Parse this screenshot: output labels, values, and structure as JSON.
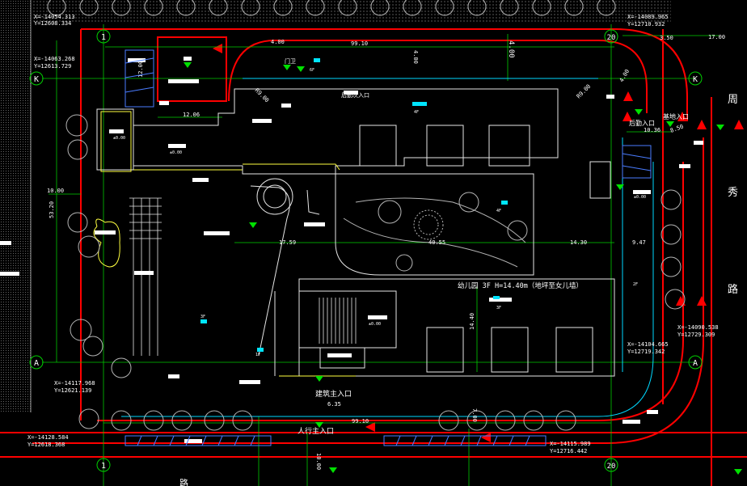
{
  "colors": {
    "background": "#000000",
    "boundary_red": "#ff0000",
    "dimension_green": "#00d000",
    "building_white": "#e6e6e6",
    "annotation_white": "#ffffff",
    "cyan": "#00e5ff",
    "yellow": "#ffff40",
    "grey_trees": "#b4b4b4"
  },
  "grid_markers": {
    "top_left": "1",
    "top_right": "20",
    "bottom_left": "1",
    "bottom_right": "20",
    "left_upper": "K",
    "left_lower": "A",
    "right_upper": "K",
    "right_lower": "A"
  },
  "coordinates": {
    "top_left_1": "X=-14054.313",
    "top_left_2": "Y=12608.334",
    "left_1": "X=-14063.268",
    "left_2": "Y=12613.729",
    "top_right_1": "X=-14089.965",
    "top_right_2": "Y=12710.932",
    "bottom_left_mid_1": "X=-14117.968",
    "bottom_left_mid_2": "Y=12621.139",
    "bottom_left_1": "X=-14128.584",
    "bottom_left_2": "Y=12618.368",
    "right_mid_1": "X=-14104.665",
    "right_mid_2": "Y=12719.342",
    "right_lower_1": "X=-14090.538",
    "right_lower_2": "Y=12729.309",
    "bottom_right_1": "X=-14115.989",
    "bottom_right_2": "Y=12716.442"
  },
  "dimensions": {
    "d_4_00_top": "4.00",
    "d_99_10_top": "99.10",
    "d_4_00_b": "4.00",
    "d_4_00_vertical": "4.00",
    "d_4_00_right": "4.00",
    "d_r9_00_left": "R9.00",
    "d_r9_00_right": "R9.00",
    "d_3_50": "3.50",
    "d_17_00": "17.00",
    "d_12_06": "12.06",
    "d_10_36": "10.36",
    "d_8_50": "8.50",
    "d_10_00": "10.00",
    "d_53_20": "53.20",
    "d_17_59": "17.59",
    "d_40_55": "40.55",
    "d_14_30": "14.30",
    "d_9_47": "9.47",
    "d_14_40": "14.40",
    "d_99_10_bottom": "99.10",
    "d_7_00": "7.00",
    "d_10_00_b": "10.00",
    "d_6_35": "6.35",
    "d_12_00": "12.00"
  },
  "labels": {
    "kindergarten": "幼儿园  3F  H=14.40m（地坪至女儿墙）",
    "vehicle_entrance": "建筑主入口",
    "pedestrian_entrance": "人行主入口",
    "rear_entrance": "后勤入口",
    "fire_entrance": "基地入口",
    "service_entrance": "后勤次入口",
    "street_1": "周",
    "street_2": "秀",
    "street_3": "路",
    "street_bottom": "路",
    "guard_room": "门卫",
    "small_1": "6F",
    "small_2": "4F",
    "small_3": "4F",
    "small_4": "3F",
    "small_5": "3F",
    "small_6": "2F",
    "small_7": "1F",
    "small_8": "±0.00",
    "small_9": "±0.00",
    "small_10": "±0.00",
    "small_11": "±0.00"
  }
}
